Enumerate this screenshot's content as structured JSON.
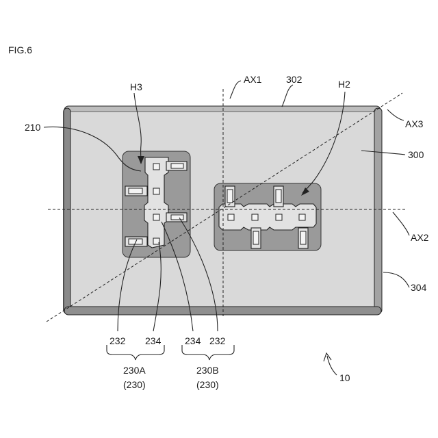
{
  "figure": {
    "fig_label": "FIG.6",
    "labels": {
      "ax1": "AX1",
      "ax2": "AX2",
      "ax3": "AX3",
      "n302": "302",
      "n304": "304",
      "n300": "300",
      "n210": "210",
      "h2": "H2",
      "h3": "H3",
      "n232_left": "232",
      "n234_left": "234",
      "n234_right": "234",
      "n232_right": "232",
      "n230a": "230A",
      "n230a_sub": "(230)",
      "n230b": "230B",
      "n230b_sub": "(230)",
      "n10": "10"
    },
    "colors": {
      "board": "#d9d9d9",
      "board_edge": "#6e6e6e",
      "chip": "#9a9a9a",
      "pad": "#e2e2e2",
      "line": "#222222"
    }
  }
}
